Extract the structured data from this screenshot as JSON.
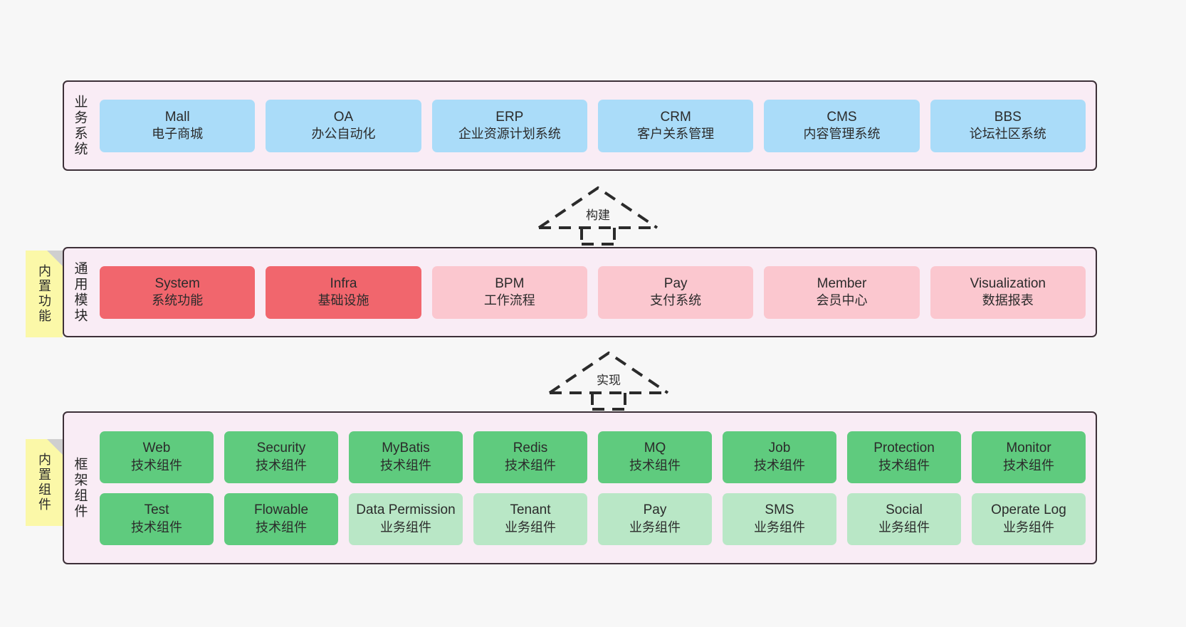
{
  "diagram": {
    "background_color": "#f7f7f7",
    "section_bg_color": "#f9ecf5",
    "section_border_color": "#3d3038",
    "sticky_color": "#fbf8a8"
  },
  "sections": {
    "business": {
      "title": "业务系统",
      "card_color": "#aadcf9",
      "cards": [
        {
          "name": "Mall",
          "desc": "电子商城"
        },
        {
          "name": "OA",
          "desc": "办公自动化"
        },
        {
          "name": "ERP",
          "desc": "企业资源计划系统"
        },
        {
          "name": "CRM",
          "desc": "客户关系管理"
        },
        {
          "name": "CMS",
          "desc": "内容管理系统"
        },
        {
          "name": "BBS",
          "desc": "论坛社区系统"
        }
      ]
    },
    "modules": {
      "title": "通用模块",
      "sticky_label": "内置功能",
      "card_color_strong": "#f1666d",
      "card_color_light": "#fbc7cf",
      "cards": [
        {
          "name": "System",
          "desc": "系统功能",
          "emphasis": "strong"
        },
        {
          "name": "Infra",
          "desc": "基础设施",
          "emphasis": "strong"
        },
        {
          "name": "BPM",
          "desc": "工作流程",
          "emphasis": "light"
        },
        {
          "name": "Pay",
          "desc": "支付系统",
          "emphasis": "light"
        },
        {
          "name": "Member",
          "desc": "会员中心",
          "emphasis": "light"
        },
        {
          "name": "Visualization",
          "desc": "数据报表",
          "emphasis": "light"
        }
      ]
    },
    "framework": {
      "title": "框架组件",
      "sticky_label": "内置组件",
      "card_color_strong": "#5fcb7e",
      "card_color_light": "#b9e7c6",
      "row1": [
        {
          "name": "Web",
          "desc": "技术组件",
          "emphasis": "strong"
        },
        {
          "name": "Security",
          "desc": "技术组件",
          "emphasis": "strong"
        },
        {
          "name": "MyBatis",
          "desc": "技术组件",
          "emphasis": "strong"
        },
        {
          "name": "Redis",
          "desc": "技术组件",
          "emphasis": "strong"
        },
        {
          "name": "MQ",
          "desc": "技术组件",
          "emphasis": "strong"
        },
        {
          "name": "Job",
          "desc": "技术组件",
          "emphasis": "strong"
        },
        {
          "name": "Protection",
          "desc": "技术组件",
          "emphasis": "strong"
        },
        {
          "name": "Monitor",
          "desc": "技术组件",
          "emphasis": "strong"
        }
      ],
      "row2": [
        {
          "name": "Test",
          "desc": "技术组件",
          "emphasis": "strong"
        },
        {
          "name": "Flowable",
          "desc": "技术组件",
          "emphasis": "strong"
        },
        {
          "name": "Data Permission",
          "desc": "业务组件",
          "emphasis": "light"
        },
        {
          "name": "Tenant",
          "desc": "业务组件",
          "emphasis": "light"
        },
        {
          "name": "Pay",
          "desc": "业务组件",
          "emphasis": "light"
        },
        {
          "name": "SMS",
          "desc": "业务组件",
          "emphasis": "light"
        },
        {
          "name": "Social",
          "desc": "业务组件",
          "emphasis": "light"
        },
        {
          "name": "Operate Log",
          "desc": "业务组件",
          "emphasis": "light"
        }
      ]
    }
  },
  "connectors": [
    {
      "id": "build",
      "label": "构建"
    },
    {
      "id": "implement",
      "label": "实现"
    }
  ]
}
